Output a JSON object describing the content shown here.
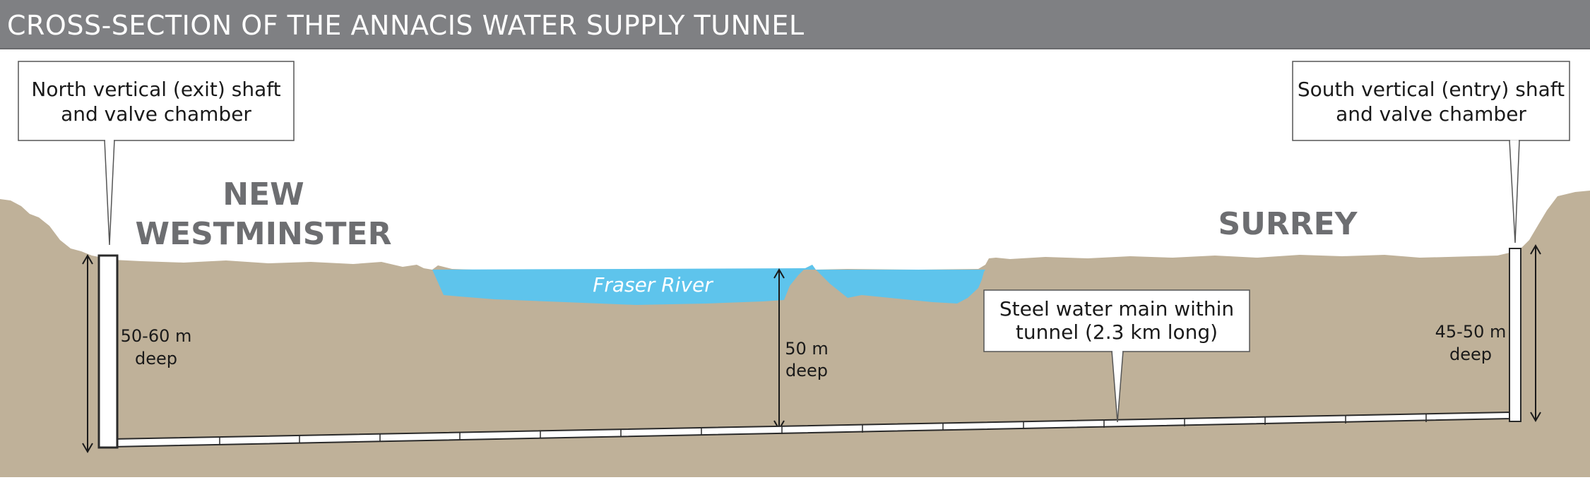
{
  "header": {
    "title": "CROSS-SECTION OF THE ANNACIS WATER SUPPLY TUNNEL"
  },
  "callouts": {
    "north_shaft": [
      "North vertical (exit) shaft",
      "and valve chamber"
    ],
    "south_shaft": [
      "South vertical (entry) shaft",
      "and valve chamber"
    ],
    "water_main": [
      "Steel water main within",
      "tunnel (2.3 km long)"
    ]
  },
  "regions": {
    "north": [
      "NEW",
      "WESTMINSTER"
    ],
    "south": "SURREY"
  },
  "river": {
    "label": "Fraser River"
  },
  "depths": {
    "north": [
      "50-60 m",
      "deep"
    ],
    "river": [
      "50 m",
      "deep"
    ],
    "south": [
      "45-50 m",
      "deep"
    ]
  },
  "colors": {
    "ground": "#bfb199",
    "river": "#5ec4ec",
    "header": "#7f8083",
    "region_text": "#6d6e71"
  }
}
